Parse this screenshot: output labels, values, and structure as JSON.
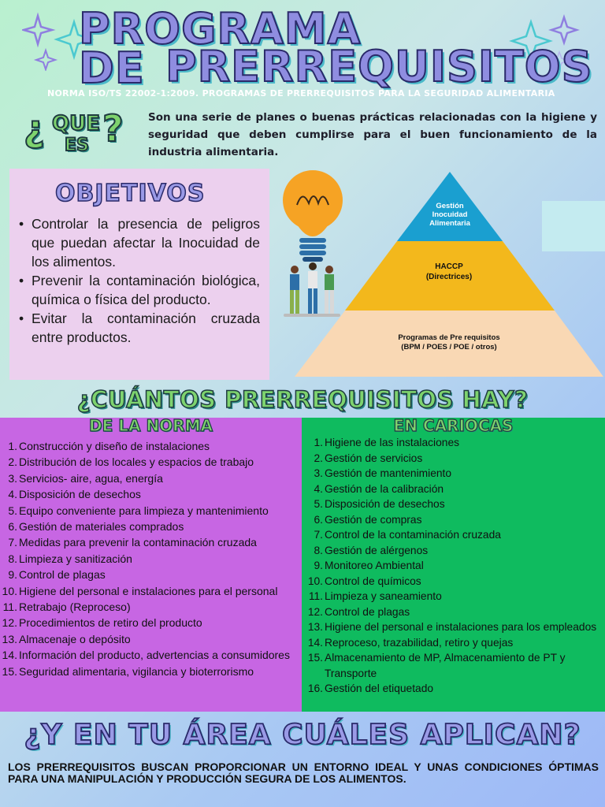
{
  "title": {
    "line1": "PROGRAMA DE",
    "line2": "PRERREQUISITOS"
  },
  "norma": "NORMA ISO/TS 22002-1:2009.  PROGRAMAS DE PRERREQUISITOS PARA LA SEGURIDAD ALIMENTARIA",
  "que_es": {
    "open": "¿",
    "word1": "QUE",
    "word2": "ES",
    "close": "?"
  },
  "definition": "Son una serie de planes o buenas prácticas relacionadas con la higiene y seguridad que deben cumplirse para el buen funcionamiento de la industria alimentaria.",
  "objetivos": {
    "title": "OBJETIVOS",
    "items": [
      "Controlar la presencia de peligros que puedan afectar la Inocuidad de los alimentos.",
      "Prevenir la contaminación biológica, química o física del producto.",
      "Evitar la contaminación cruzada entre productos."
    ]
  },
  "pyramid": {
    "top_line1": "Gestión",
    "top_line2": "Inocuidad",
    "top_line3": "Alimentaria",
    "mid_line1": "HACCP",
    "mid_line2": "(Directrices)",
    "base_line1": "Programas de Pre requisitos",
    "base_line2": "(BPM / POES / POE / otros)",
    "colors": {
      "top": "#1a9fd0",
      "mid": "#f3b81c",
      "base": "#f9d8b4"
    }
  },
  "cuantos": "¿CUÁNTOS PRERREQUISITOS HAY?",
  "de_la_norma": {
    "title": "DE LA NORMA",
    "items": [
      {
        "n": "1.",
        "t": "Construcción y diseño de instalaciones"
      },
      {
        "n": "2.",
        "t": " Distribución de los locales y espacios de trabajo"
      },
      {
        "n": "3.",
        "t": "Servicios- aire, agua, energía"
      },
      {
        "n": "4.",
        "t": "Disposición de desechos"
      },
      {
        "n": "5.",
        "t": "Equipo conveniente para limpieza y mantenimiento"
      },
      {
        "n": "6.",
        "t": "Gestión de materiales comprados"
      },
      {
        "n": "7.",
        "t": "Medidas para prevenir la contaminación cruzada"
      },
      {
        "n": "8.",
        "t": "Limpieza  y sanitización"
      },
      {
        "n": "9.",
        "t": "Control de plagas"
      },
      {
        "n": "10.",
        "t": "Higiene del personal e instalaciones para el personal"
      },
      {
        "n": "11.",
        "t": "Retrabajo (Reproceso)"
      },
      {
        "n": "12.",
        "t": "Procedimientos de retiro del producto"
      },
      {
        "n": "13.",
        "t": "Almacenaje o depósito"
      },
      {
        "n": "14.",
        "t": "Información del producto, advertencias a consumidores"
      },
      {
        "n": "15.",
        "t": "Seguridad alimentaria, vigilancia y bioterrorismo"
      }
    ]
  },
  "en_cariocas": {
    "title": "EN CARIOCAS",
    "items": [
      {
        "n": "1.",
        "t": "Higiene de las instalaciones"
      },
      {
        "n": "2.",
        "t": "Gestión de servicios"
      },
      {
        "n": "3.",
        "t": " Gestión de mantenimiento"
      },
      {
        "n": "4.",
        "t": "Gestión de la calibración"
      },
      {
        "n": "5.",
        "t": " Disposición de desechos"
      },
      {
        "n": "6.",
        "t": " Gestión de compras"
      },
      {
        "n": "7.",
        "t": "Control de la contaminación cruzada"
      },
      {
        "n": "8.",
        "t": "Gestión de alérgenos"
      },
      {
        "n": "9.",
        "t": "Monitoreo Ambiental"
      },
      {
        "n": "10.",
        "t": " Control de químicos"
      },
      {
        "n": "11.",
        "t": "Limpieza y saneamiento"
      },
      {
        "n": "12.",
        "t": " Control de plagas"
      },
      {
        "n": "13.",
        "t": " Higiene del personal e instalaciones para los empleados"
      },
      {
        "n": "14.",
        "t": " Reproceso, trazabilidad, retiro y quejas"
      },
      {
        "n": "15.",
        "t": " Almacenamiento de MP, Almacenamiento de PT y Transporte"
      },
      {
        "n": "16.",
        "t": "Gestión del etiquetado"
      }
    ]
  },
  "y_en_tu_area": "¿Y EN TU ÁREA CUÁLES APLICAN?",
  "footer": "LOS PRERREQUISITOS BUSCAN PROPORCIONAR UN ENTORNO IDEAL Y UNAS CONDICIONES ÓPTIMAS PARA UNA MANIPULACIÓN Y PRODUCCIÓN SEGURA DE LOS ALIMENTOS."
}
